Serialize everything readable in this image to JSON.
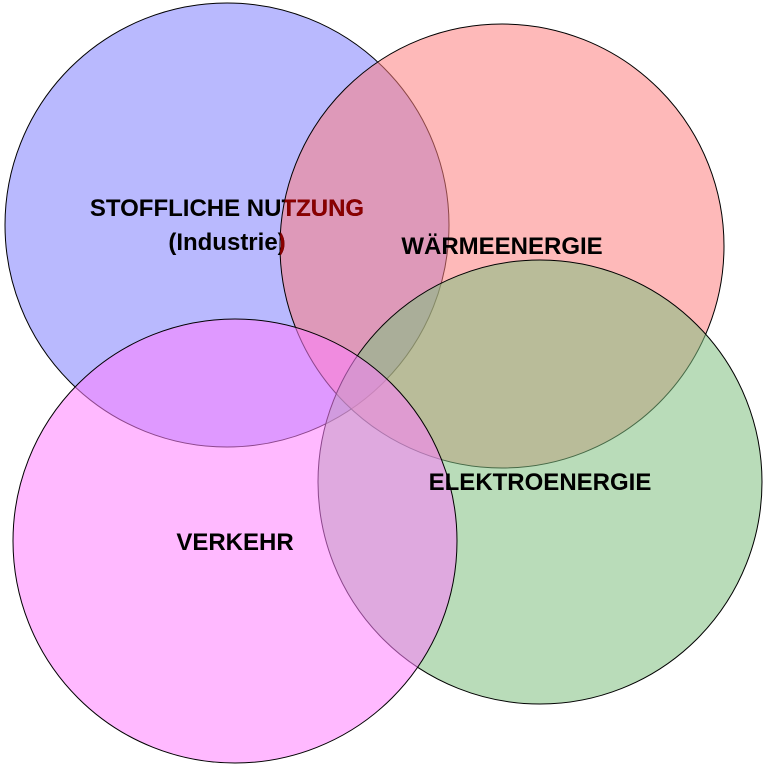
{
  "diagram": {
    "type": "venn",
    "sets": [
      {
        "id": "stoffliche",
        "label_line1": "STOFFLICHE NUTZUNG",
        "label_line2": "(Industrie)",
        "fill": "#7f80fe",
        "label_color_outside": "#000000",
        "label_color_overlap": "#8b0000"
      },
      {
        "id": "waerme",
        "label_line1": "WÄRMEENERGIE",
        "fill": "#fe8080",
        "label_color": "#000000"
      },
      {
        "id": "elektro",
        "label_line1": "ELEKTROENERGIE",
        "fill": "#80c080",
        "label_color_outside": "#000000",
        "label_color_overlap": "#800080"
      },
      {
        "id": "verkehr",
        "label_line1": "VERKEHR",
        "fill": "#ff80ff",
        "label_color": "#000000"
      }
    ],
    "circle_opacity": 0.55,
    "stroke_color": "#000000"
  }
}
